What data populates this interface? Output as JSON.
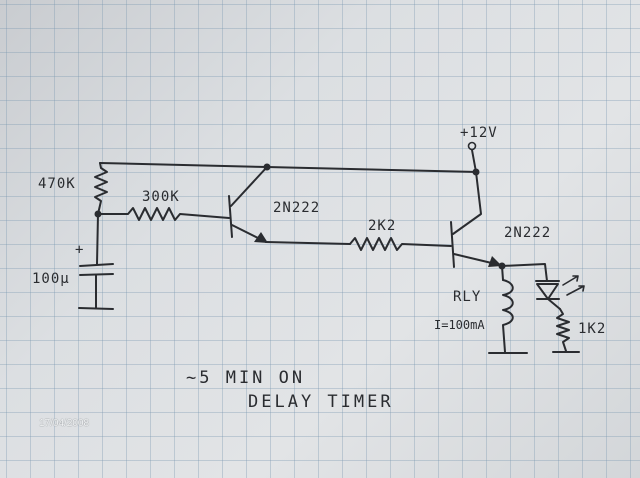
{
  "labels": {
    "supply": "+12V",
    "r_pot": "470K",
    "r1": "300K",
    "q1": "2N222",
    "r2": "2K2",
    "q2": "2N222",
    "cap_plus": "+",
    "cap": "100µ",
    "relay": "RLY",
    "relay_current": "I=100mA",
    "r_led": "1K2",
    "caption_line1": "~5 MIN ON",
    "caption_line2": "DELAY TIMER"
  },
  "camera": {
    "date_stamp": "17/04/2008"
  },
  "colors": {
    "ink": "#2a2c30",
    "paper": "#dcdfe2",
    "grid": "#7896af",
    "stamp": "#f4f6f7"
  }
}
